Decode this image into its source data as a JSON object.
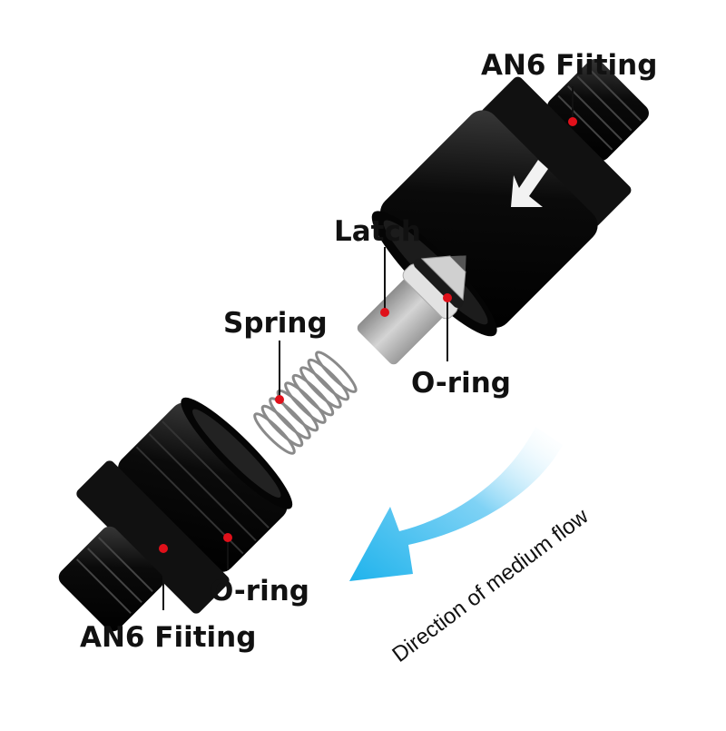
{
  "labels": {
    "top_fitting": "AN6 Fiiting",
    "latch": "Latch",
    "spring": "Spring",
    "top_oring": "O-ring",
    "bottom_oring": "O-ring",
    "bottom_fitting": "AN6 Fiiting"
  },
  "flow_text": "Direction of medium flow",
  "colors": {
    "fitting_body": "#0a0a0a",
    "marker_dot": "#e0101a",
    "flow_arrow_start": "#2ab8ee",
    "flow_arrow_end": "#ffffff",
    "spring_metal": "#9a9a9a",
    "latch_metal": "#bdbdbd"
  },
  "icons": [
    "flow-direction-arrow",
    "fitting-arrow-icon"
  ]
}
